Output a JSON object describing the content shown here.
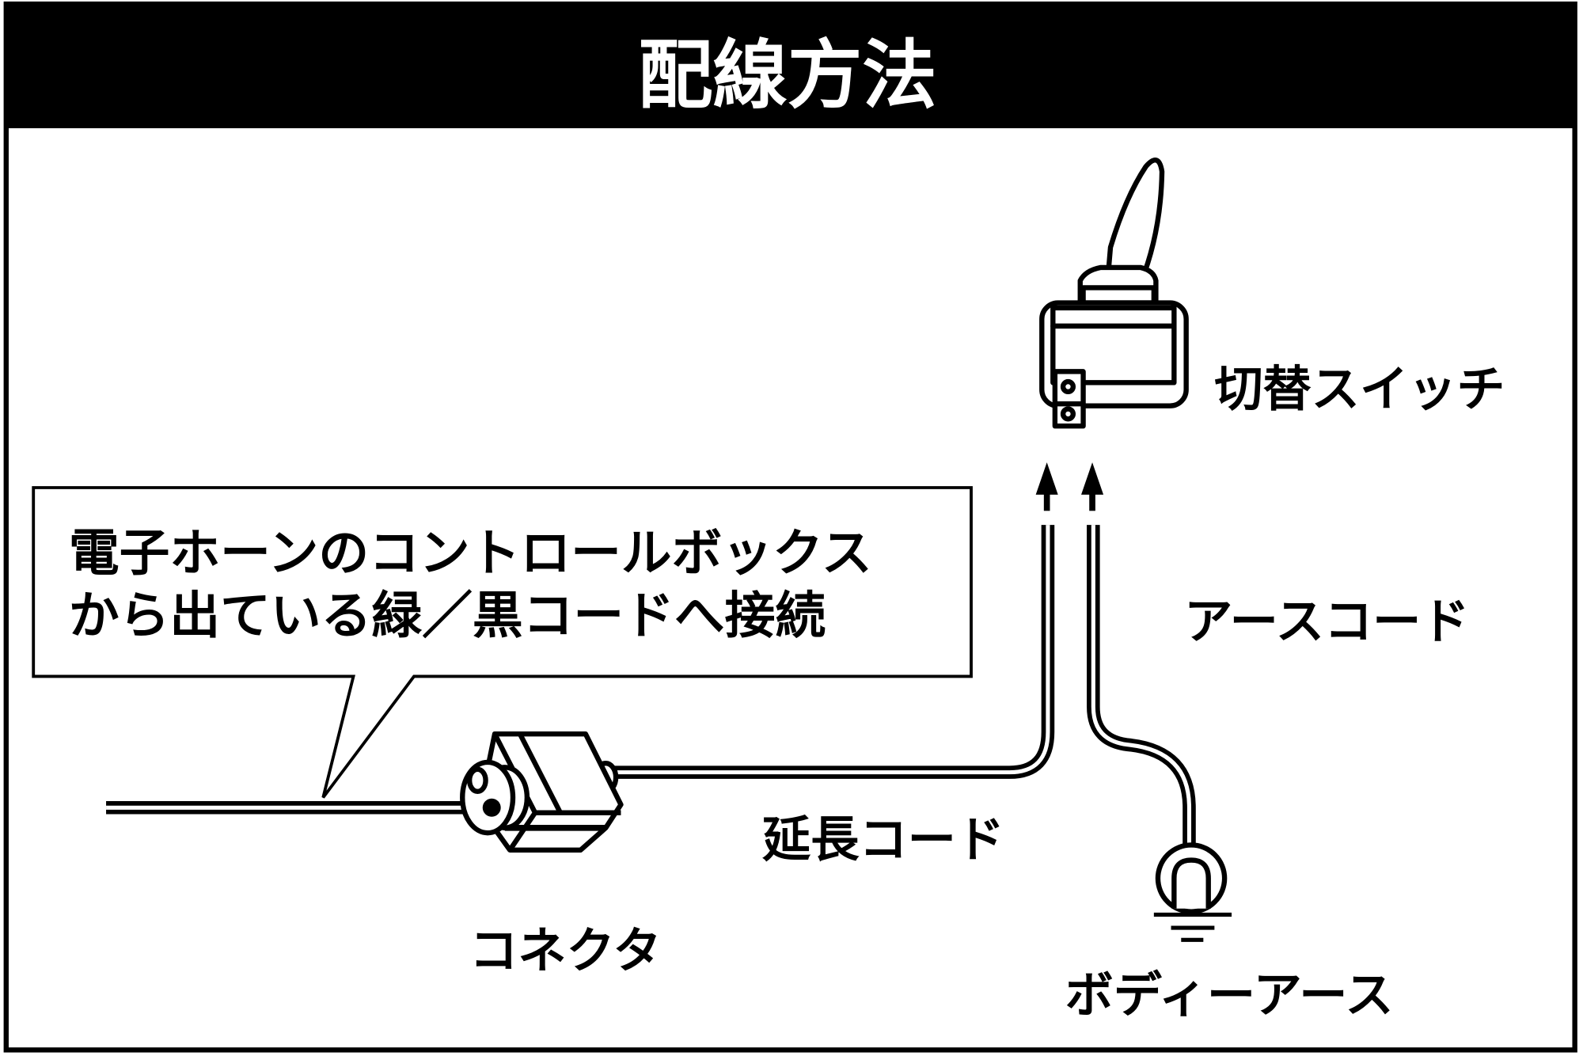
{
  "title": "配線方法",
  "callout": {
    "line1": "電子ホーンのコントロールボックス",
    "line2": "から出ている緑／黒コードへ接続"
  },
  "labels": {
    "switch": "切替スイッチ",
    "earth_cord": "アースコード",
    "extension_cord": "延長コード",
    "connector": "コネクタ",
    "body_earth": "ボディーアース"
  }
}
